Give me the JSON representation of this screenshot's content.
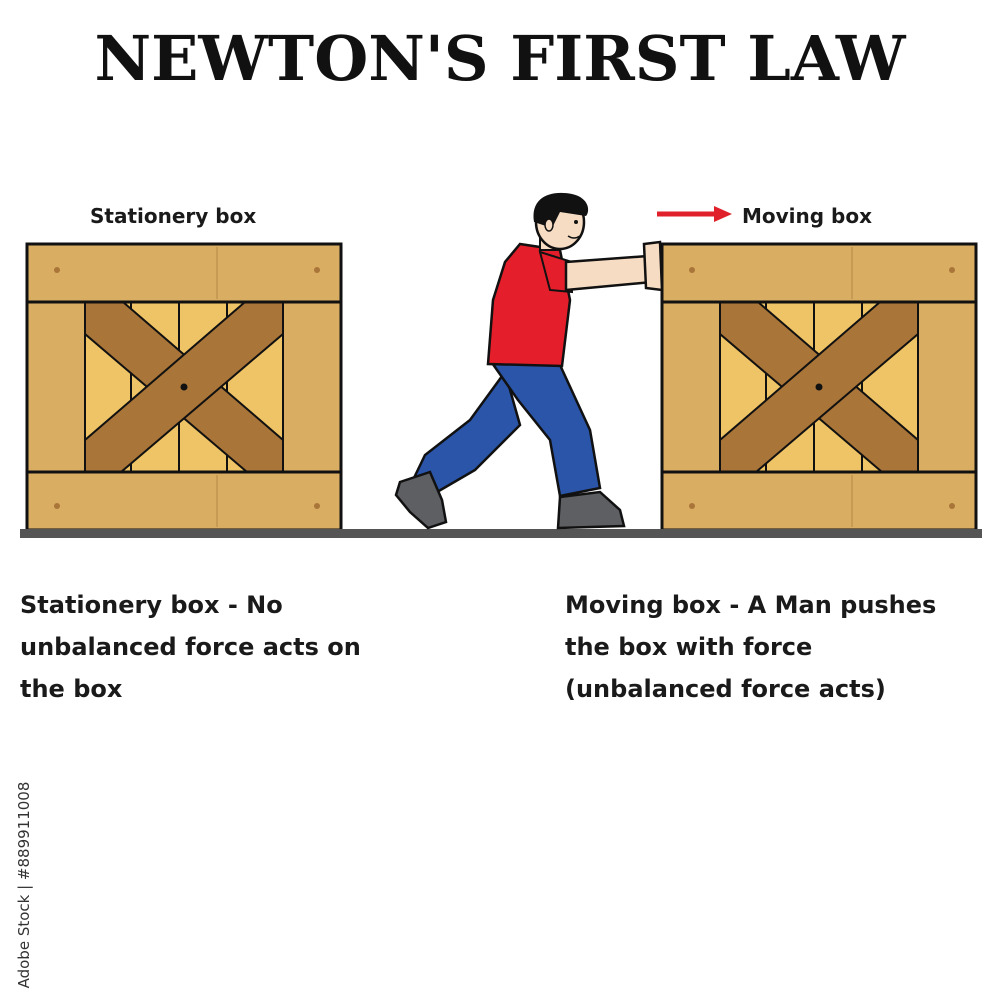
{
  "title": "NEWTON'S FIRST LAW",
  "left_label": "Stationery box",
  "right_label": "Moving box",
  "left_caption": [
    "Stationery box - No",
    "unbalanced force acts on",
    "the box"
  ],
  "right_caption": [
    "Moving box - A Man pushes",
    "the box with force",
    "(unbalanced force acts)"
  ],
  "stock_id": "Adobe Stock | #889911008",
  "colors": {
    "arrow": "#e0202a",
    "crate_frame": "#d9ad62",
    "crate_panel": "#efc466",
    "crate_brace": "#a97538",
    "ground": "#555555",
    "shirt": "#e41e2a",
    "pants": "#2a55a8",
    "hair": "#111111",
    "skin": "#f6dcc2",
    "shoe": "#5d5f63"
  },
  "icons": [
    "arrow-right-icon"
  ]
}
